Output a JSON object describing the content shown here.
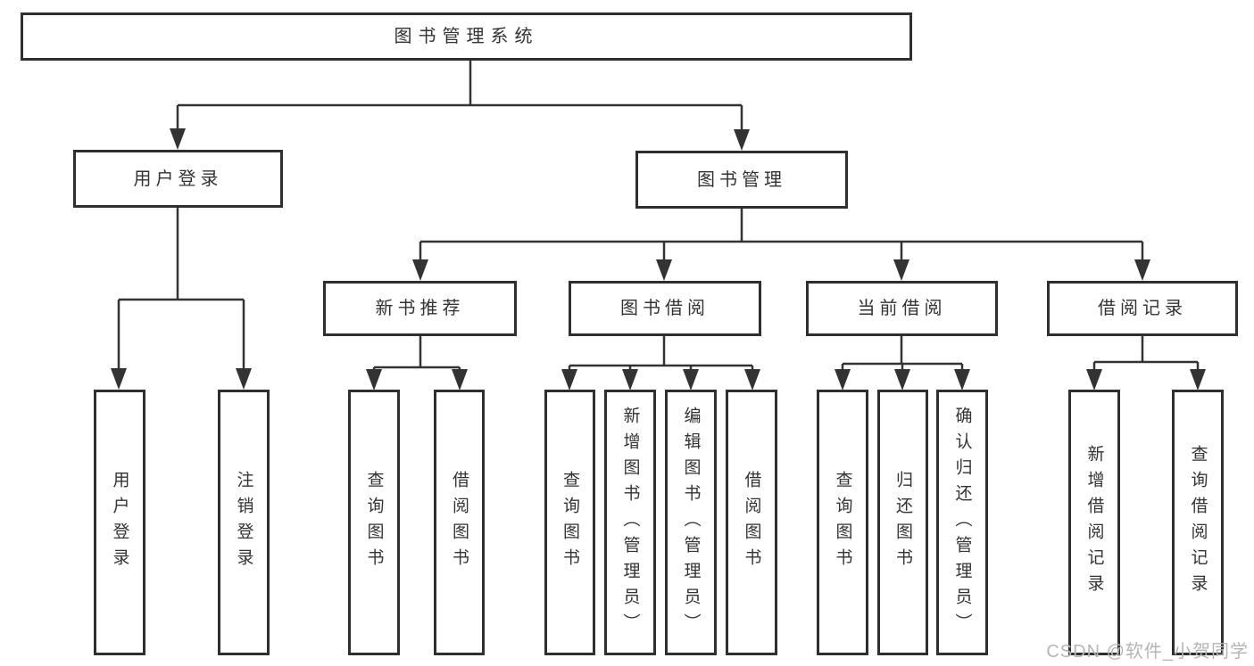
{
  "colors": {
    "line": "#333333",
    "box_border": "#2f2f2f",
    "text": "#333333",
    "watermark_text": "#b5b5b5",
    "background": "#ffffff"
  },
  "tree": {
    "label": "图书管理系统",
    "children": [
      {
        "label": "用户登录",
        "children": [
          {
            "label": "用户登录"
          },
          {
            "label": "注销登录"
          }
        ]
      },
      {
        "label": "图书管理",
        "children": [
          {
            "label": "新书推荐",
            "children": [
              {
                "label": "查询图书"
              },
              {
                "label": "借阅图书"
              }
            ]
          },
          {
            "label": "图书借阅",
            "children": [
              {
                "label": "查询图书"
              },
              {
                "label": "新增图书（管理员）"
              },
              {
                "label": "编辑图书（管理员）"
              },
              {
                "label": "借阅图书"
              }
            ]
          },
          {
            "label": "当前借阅",
            "children": [
              {
                "label": "查询图书"
              },
              {
                "label": "归还图书"
              },
              {
                "label": "确认归还（管理员）"
              }
            ]
          },
          {
            "label": "借阅记录",
            "children": [
              {
                "label": "新增借阅记录"
              },
              {
                "label": "查询借阅记录"
              }
            ]
          }
        ]
      }
    ]
  },
  "watermark": {
    "text": "CSDN @软件_小贺同学"
  }
}
